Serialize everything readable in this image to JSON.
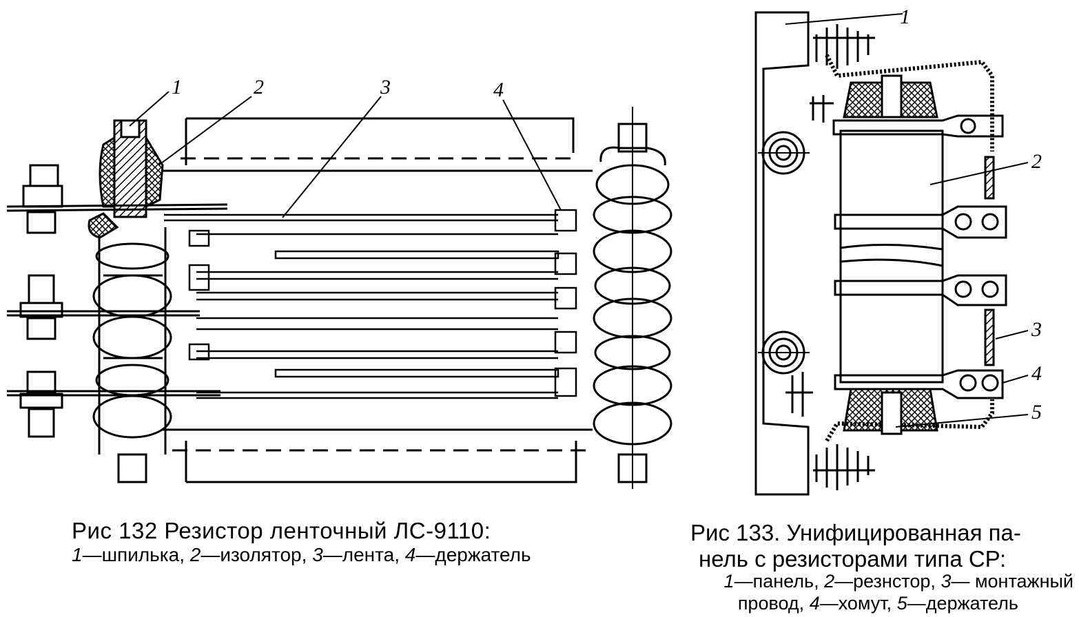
{
  "figure132": {
    "callouts": [
      "1",
      "2",
      "3",
      "4"
    ],
    "title": "Рис  132  Резистор ленточный ЛС-9110:",
    "legend": [
      {
        "num": "1",
        "text": "—шпилька, "
      },
      {
        "num": "2",
        "text": "—изолятор, "
      },
      {
        "num": "3",
        "text": "—лента, "
      },
      {
        "num": "4",
        "text": "—держатель"
      }
    ]
  },
  "figure133": {
    "callouts": [
      "1",
      "2",
      "3",
      "4",
      "5"
    ],
    "title_line1": "Рис  133. Унифицированная па-",
    "title_line2": "нель с резисторами типа СР:",
    "legend_line1": [
      {
        "num": "1",
        "text": "—панель, "
      },
      {
        "num": "2",
        "text": "—резнстор, "
      },
      {
        "num": "3",
        "text": "— монтажный"
      }
    ],
    "legend_line2": [
      {
        "num": "",
        "text": "провод, "
      },
      {
        "num": "4",
        "text": "—хомут, "
      },
      {
        "num": "5",
        "text": "—держатель"
      }
    ]
  },
  "colors": {
    "ink": "#000000",
    "paper": "#ffffff"
  }
}
